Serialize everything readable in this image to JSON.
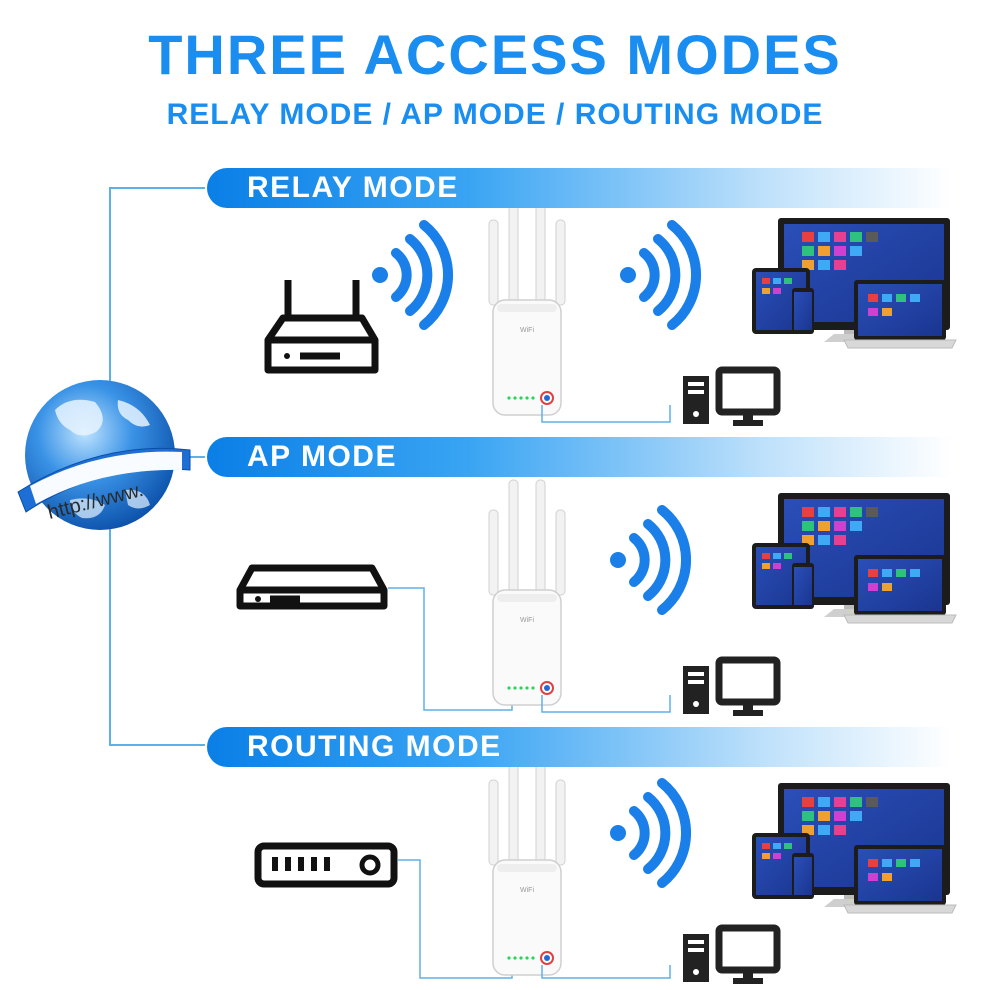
{
  "title": "THREE ACCESS MODES",
  "subtitle": "RELAY MODE / AP MODE / ROUTING MODE",
  "globe_label": "http://www.",
  "modes": [
    {
      "label": "RELAY MODE",
      "source_device": "wireless-router-icon",
      "uplink": "wireless"
    },
    {
      "label": "AP MODE",
      "source_device": "modem-icon",
      "uplink": "wired"
    },
    {
      "label": "ROUTING MODE",
      "source_device": "optical-modem-icon",
      "uplink": "wired"
    }
  ],
  "extender_label": "WiFi",
  "colors": {
    "accent": "#1a8ef0",
    "banner_dark": "#0a7fe6",
    "connector": "#5fb0e8",
    "wifi_wave": "#1a7fe8"
  }
}
